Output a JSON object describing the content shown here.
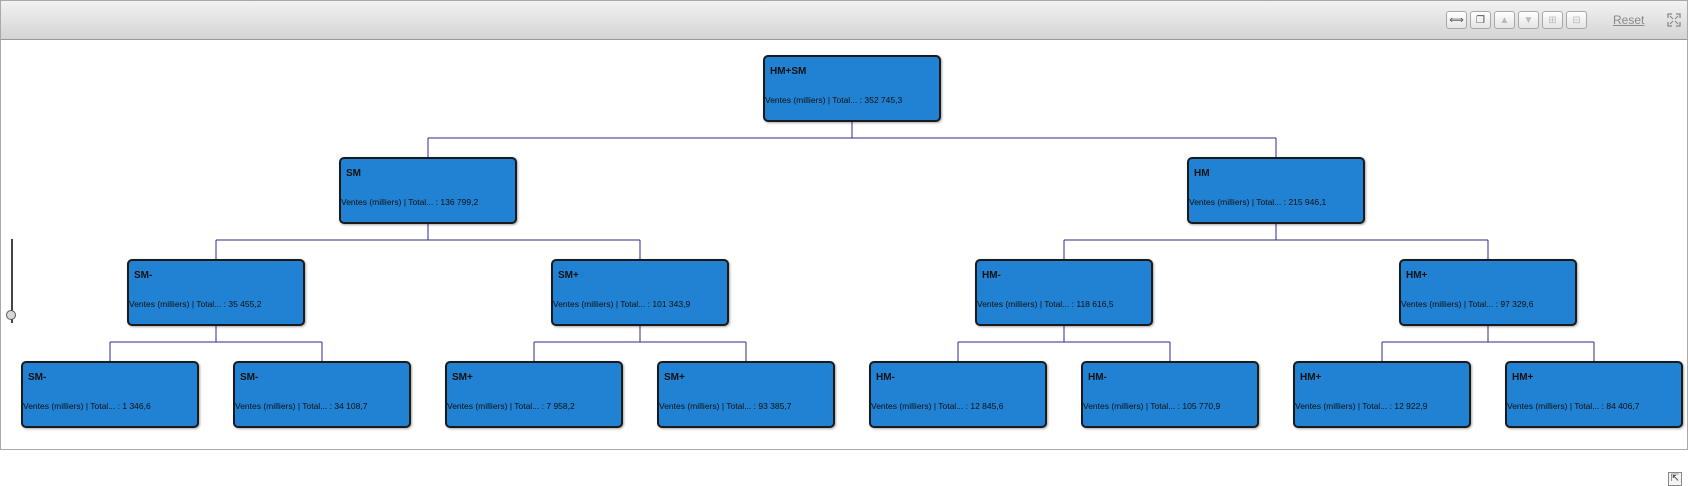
{
  "toolbar": {
    "reset_label": "Reset",
    "buttons": [
      {
        "name": "fit-view-button",
        "icon": "fit-arrows-icon",
        "glyph": "⟺",
        "enabled": true
      },
      {
        "name": "copy-view-button",
        "icon": "copy-windows-icon",
        "glyph": "❐",
        "enabled": true
      },
      {
        "name": "move-up-button",
        "icon": "triangle-up-icon",
        "glyph": "▲",
        "enabled": false
      },
      {
        "name": "move-down-button",
        "icon": "triangle-down-icon",
        "glyph": "▼",
        "enabled": false
      },
      {
        "name": "expand-button",
        "icon": "plus-box-icon",
        "glyph": "⊞",
        "enabled": false
      },
      {
        "name": "collapse-button",
        "icon": "minus-box-icon",
        "glyph": "⊟",
        "enabled": false
      }
    ]
  },
  "tree": {
    "root": {
      "label": "HM+SM",
      "value": "Ventes (milliers) | Total...  : 352 745,3",
      "children": [
        {
          "label": "SM",
          "value": "Ventes (milliers) | Total...  : 136 799,2",
          "children": [
            {
              "label": "SM-",
              "value": "Ventes (milliers) | Total...  : 35 455,2",
              "children": [
                {
                  "label": "SM-",
                  "value": "Ventes (milliers) | Total...  : 1 346,6"
                },
                {
                  "label": "SM-",
                  "value": "Ventes (milliers) | Total...  : 34 108,7"
                }
              ]
            },
            {
              "label": "SM+",
              "value": "Ventes (milliers) | Total...  : 101 343,9",
              "children": [
                {
                  "label": "SM+",
                  "value": "Ventes (milliers) | Total...  : 7 958,2"
                },
                {
                  "label": "SM+",
                  "value": "Ventes (milliers) | Total...  : 93 385,7"
                }
              ]
            }
          ]
        },
        {
          "label": "HM",
          "value": "Ventes (milliers) | Total...  : 215 946,1",
          "children": [
            {
              "label": "HM-",
              "value": "Ventes (milliers) | Total...  : 118 616,5",
              "children": [
                {
                  "label": "HM-",
                  "value": "Ventes (milliers) | Total...  : 12 845,6"
                },
                {
                  "label": "HM-",
                  "value": "Ventes (milliers) | Total...  : 105 770,9"
                }
              ]
            },
            {
              "label": "HM+",
              "value": "Ventes (milliers) | Total...  : 97 329,6",
              "children": [
                {
                  "label": "HM+",
                  "value": "Ventes (milliers) | Total...  : 12 922,9"
                },
                {
                  "label": "HM+",
                  "value": "Ventes (milliers) | Total...  : 84 406,7"
                }
              ]
            }
          ]
        }
      ]
    }
  },
  "zoom_level": 0.1,
  "colors": {
    "node_fill": "#2182d3",
    "connector": "#2b2b8c"
  }
}
